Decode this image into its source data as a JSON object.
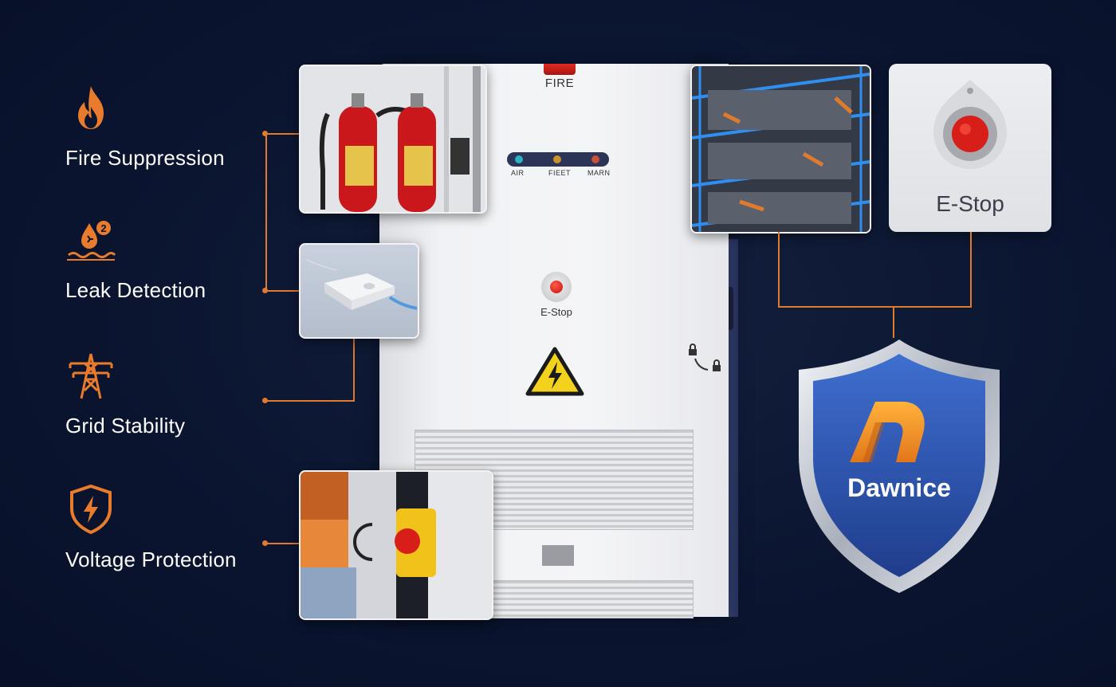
{
  "features": [
    {
      "label": "Fire Suppression",
      "icon": "flame-icon"
    },
    {
      "label": "Leak Detection",
      "icon": "water-leak-icon"
    },
    {
      "label": "Grid Stability",
      "icon": "transmission-tower-icon"
    },
    {
      "label": "Voltage Protection",
      "icon": "shield-bolt-icon"
    }
  ],
  "cabinet": {
    "fire_label": "FIRE",
    "status_labels": [
      "AIR",
      "FIEET",
      "MARN"
    ],
    "estop_label": "E-Stop"
  },
  "estop_panel": {
    "label": "E-Stop"
  },
  "brand": {
    "name": "Dawnice"
  },
  "colors": {
    "background": "#0b1530",
    "accent": "#e07a2e",
    "shield_blue": "#2f56b2",
    "estop_red": "#d81e18"
  }
}
